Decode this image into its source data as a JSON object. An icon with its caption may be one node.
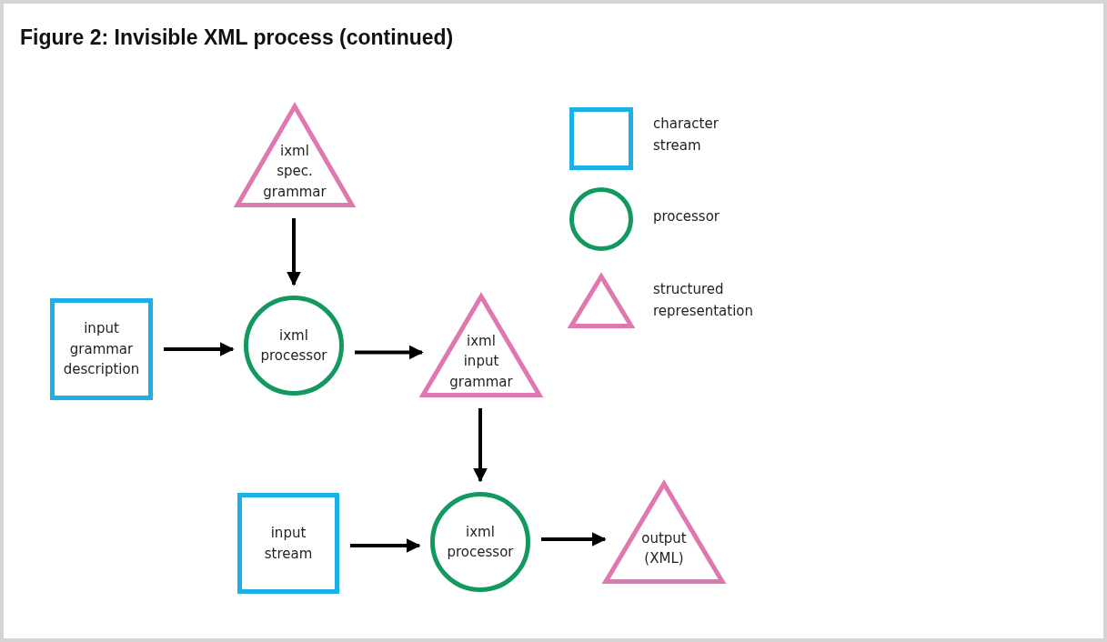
{
  "diagram": {
    "title": "Figure 2: Invisible XML process (continued)",
    "nodes": [
      {
        "text": [
          "ixml spec. grammar"
        ]
      },
      {
        "text": [
          "input grammar description"
        ]
      },
      {
        "text": [
          "ixml processor"
        ]
      },
      {
        "text": [
          "ixml input grammar"
        ]
      },
      {
        "text": [
          "input stream"
        ]
      },
      {
        "text": [
          "ixml processor"
        ]
      },
      {
        "text": [
          "output (XML)"
        ]
      }
    ],
    "edges": [
      {
        "from": 0,
        "to": 2,
        "arrow": "to"
      },
      {
        "from": 1,
        "to": 2,
        "arrow": "to"
      },
      {
        "from": 2,
        "to": 3,
        "arrow": "to"
      },
      {
        "from": 3,
        "to": 5,
        "arrow": "to"
      },
      {
        "from": 4,
        "to": 5,
        "arrow": "to"
      },
      {
        "from": 5,
        "to": 6,
        "arrow": "to"
      }
    ],
    "legend": [
      {
        "text": "character stream"
      },
      {
        "text": "processor"
      },
      {
        "text": "structured representation"
      }
    ]
  }
}
